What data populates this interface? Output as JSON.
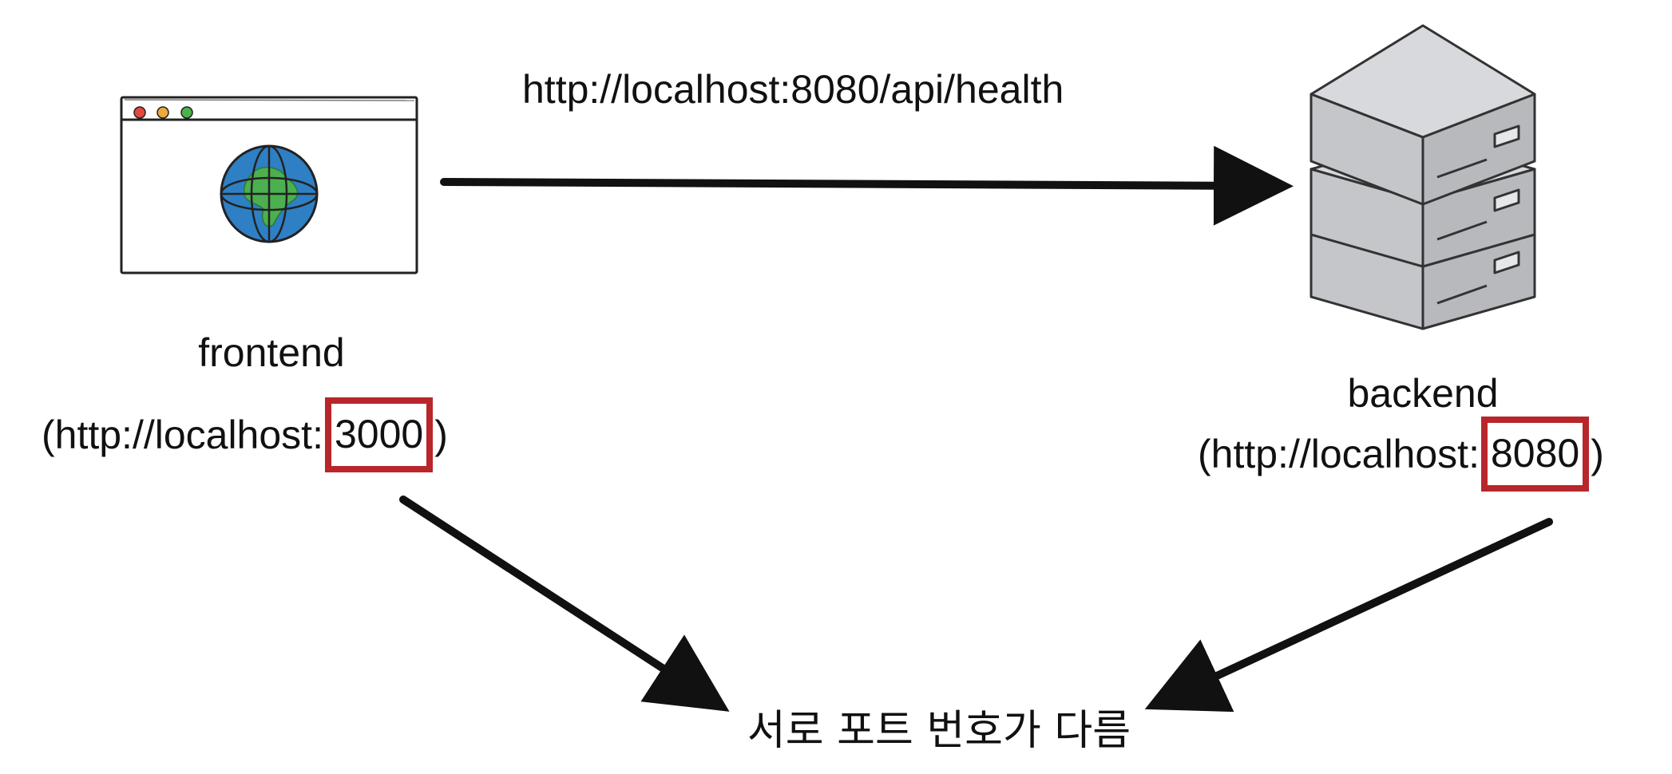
{
  "request": {
    "url": "http://localhost:8080/api/health"
  },
  "frontend": {
    "name": "frontend",
    "url_prefix": "(http://localhost:",
    "port": "3000",
    "url_suffix": ")",
    "icon": "browser-globe-icon"
  },
  "backend": {
    "name": "backend",
    "url_prefix": "(http://localhost:",
    "port": "8080",
    "url_suffix": ")",
    "icon": "server-stack-icon"
  },
  "conclusion": {
    "text": "서로 포트 번호가 다름"
  },
  "colors": {
    "highlight": "#b8262b",
    "globe_ocean": "#2f7fc4",
    "globe_land": "#4caf50",
    "server": "#c9cbd0",
    "stroke": "#111111"
  }
}
